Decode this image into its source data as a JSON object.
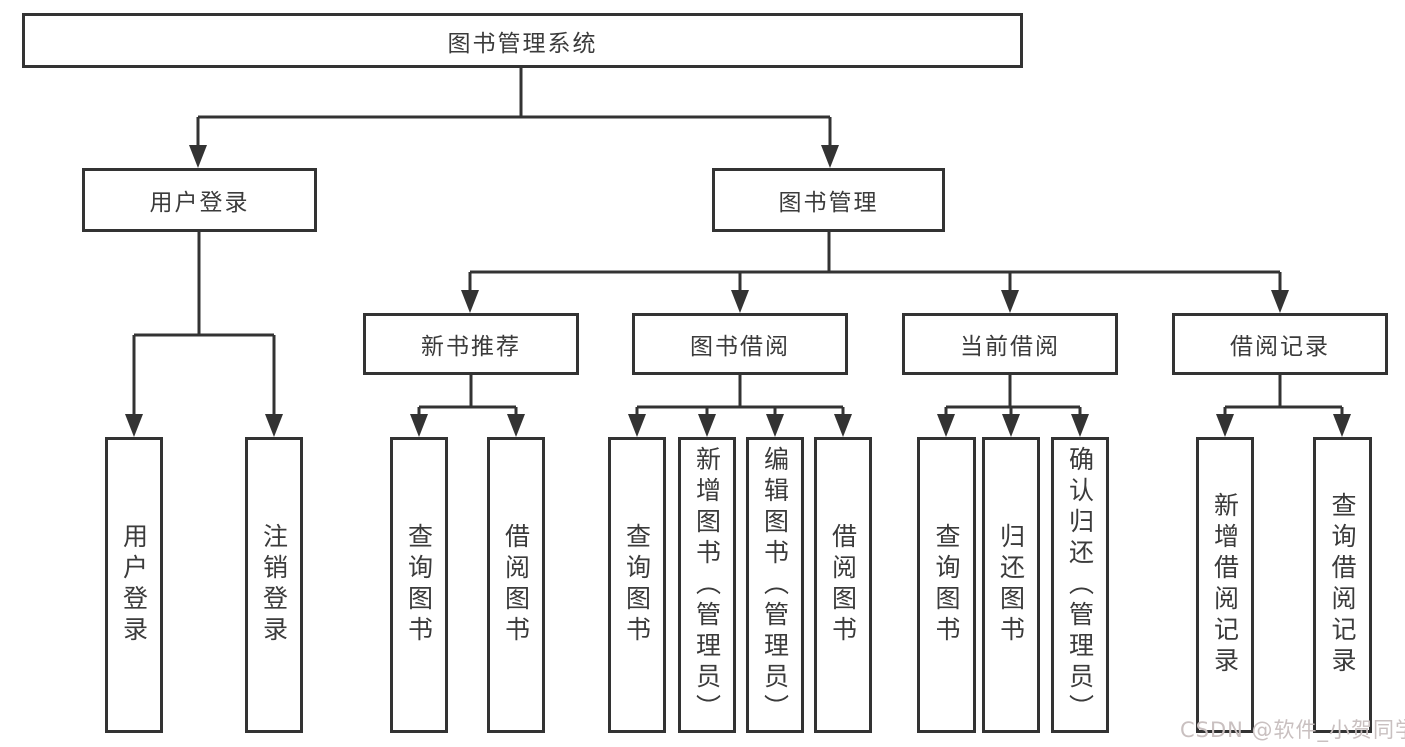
{
  "diagram": {
    "type": "hierarchy-tree",
    "root": {
      "label": "图书管理系统"
    },
    "branches": [
      {
        "label": "用户登录",
        "children": [
          {
            "label": "用户登录"
          },
          {
            "label": "注销登录"
          }
        ]
      },
      {
        "label": "图书管理",
        "children": [
          {
            "label": "新书推荐",
            "children": [
              {
                "label": "查询图书"
              },
              {
                "label": "借阅图书"
              }
            ]
          },
          {
            "label": "图书借阅",
            "children": [
              {
                "label": "查询图书"
              },
              {
                "label": "新增图书（管理员）"
              },
              {
                "label": "编辑图书（管理员）"
              },
              {
                "label": "借阅图书"
              }
            ]
          },
          {
            "label": "当前借阅",
            "children": [
              {
                "label": "查询图书"
              },
              {
                "label": "归还图书"
              },
              {
                "label": "确认归还（管理员）"
              }
            ]
          },
          {
            "label": "借阅记录",
            "children": [
              {
                "label": "新增借阅记录"
              },
              {
                "label": "查询借阅记录"
              }
            ]
          }
        ]
      }
    ]
  },
  "watermark": {
    "text": "CSDN @软件_小贺同学",
    "color": "#c9c0c0"
  },
  "colors": {
    "background": "#ffffff",
    "line": "#333333",
    "box_border": "#333333",
    "text": "#3b3b3b"
  }
}
